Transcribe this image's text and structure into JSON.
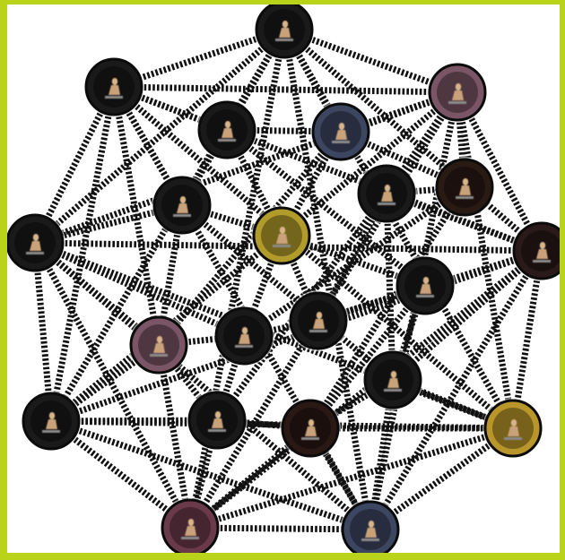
{
  "diagram": {
    "nodes": [
      {
        "id": "n1",
        "color": "#1a1a1a",
        "icon": "figure-icon"
      },
      {
        "id": "n2",
        "color": "#1a1a1a",
        "icon": "figure-icon"
      },
      {
        "id": "n3",
        "color": "#7a5566",
        "icon": "figure-icon"
      },
      {
        "id": "n4",
        "color": "#1a1a1a",
        "icon": "figure-icon"
      },
      {
        "id": "n5",
        "color": "#3d4660",
        "icon": "figure-icon"
      },
      {
        "id": "n6",
        "color": "#1a1a1a",
        "icon": "figure-icon"
      },
      {
        "id": "n7",
        "color": "#2a1a14",
        "icon": "figure-icon"
      },
      {
        "id": "n8",
        "color": "#1a1a1a",
        "icon": "figure-icon"
      },
      {
        "id": "n9",
        "color": "#b19b2a",
        "icon": "figure-icon"
      },
      {
        "id": "n10",
        "color": "#2a1a1a",
        "icon": "figure-icon"
      },
      {
        "id": "n11",
        "color": "#1a1a1a",
        "icon": "figure-icon"
      },
      {
        "id": "n12",
        "color": "#1a1a1a",
        "icon": "figure-icon"
      },
      {
        "id": "n13",
        "color": "#7a5566",
        "icon": "figure-icon"
      },
      {
        "id": "n14",
        "color": "#1a1a1a",
        "icon": "figure-icon"
      },
      {
        "id": "n15",
        "color": "#1a1a1a",
        "icon": "figure-icon"
      },
      {
        "id": "n16",
        "color": "#1a1a1a",
        "icon": "figure-icon"
      },
      {
        "id": "n17",
        "color": "#1a1a1a",
        "icon": "figure-icon"
      },
      {
        "id": "n18",
        "color": "#1a1a1a",
        "icon": "figure-icon"
      },
      {
        "id": "n19",
        "color": "#2a1814",
        "icon": "figure-icon"
      },
      {
        "id": "n20",
        "color": "#b8962a",
        "icon": "figure-icon"
      },
      {
        "id": "n21",
        "color": "#6a3a4a",
        "icon": "figure-icon"
      },
      {
        "id": "n22",
        "color": "#3d4660",
        "icon": "figure-icon"
      }
    ],
    "edges": [
      [
        "n1",
        "n2"
      ],
      [
        "n1",
        "n3"
      ],
      [
        "n2",
        "n6"
      ],
      [
        "n3",
        "n10"
      ],
      [
        "n6",
        "n16"
      ],
      [
        "n10",
        "n20"
      ],
      [
        "n16",
        "n21"
      ],
      [
        "n20",
        "n22"
      ],
      [
        "n21",
        "n22"
      ],
      [
        "n1",
        "n6"
      ],
      [
        "n1",
        "n10"
      ],
      [
        "n1",
        "n16"
      ],
      [
        "n1",
        "n20"
      ],
      [
        "n1",
        "n21"
      ],
      [
        "n1",
        "n22"
      ],
      [
        "n2",
        "n3"
      ],
      [
        "n2",
        "n10"
      ],
      [
        "n2",
        "n16"
      ],
      [
        "n2",
        "n20"
      ],
      [
        "n2",
        "n21"
      ],
      [
        "n2",
        "n22"
      ],
      [
        "n3",
        "n6"
      ],
      [
        "n3",
        "n16"
      ],
      [
        "n3",
        "n20"
      ],
      [
        "n3",
        "n21"
      ],
      [
        "n3",
        "n22"
      ],
      [
        "n6",
        "n10"
      ],
      [
        "n6",
        "n20"
      ],
      [
        "n6",
        "n21"
      ],
      [
        "n6",
        "n22"
      ],
      [
        "n10",
        "n16"
      ],
      [
        "n10",
        "n21"
      ],
      [
        "n10",
        "n22"
      ],
      [
        "n16",
        "n20"
      ],
      [
        "n16",
        "n22"
      ],
      [
        "n20",
        "n21"
      ],
      [
        "n4",
        "n5"
      ],
      [
        "n4",
        "n8"
      ],
      [
        "n4",
        "n9"
      ],
      [
        "n5",
        "n7"
      ],
      [
        "n5",
        "n9"
      ],
      [
        "n7",
        "n11"
      ],
      [
        "n8",
        "n9"
      ],
      [
        "n8",
        "n13"
      ],
      [
        "n9",
        "n12"
      ],
      [
        "n9",
        "n14"
      ],
      [
        "n9",
        "n15"
      ],
      [
        "n11",
        "n12"
      ],
      [
        "n11",
        "n17"
      ],
      [
        "n12",
        "n14"
      ],
      [
        "n12",
        "n15"
      ],
      [
        "n13",
        "n14"
      ],
      [
        "n13",
        "n18"
      ],
      [
        "n14",
        "n18"
      ],
      [
        "n15",
        "n17"
      ],
      [
        "n15",
        "n19"
      ],
      [
        "n17",
        "n19"
      ],
      [
        "n18",
        "n19"
      ],
      [
        "n4",
        "n15"
      ],
      [
        "n7",
        "n14"
      ],
      [
        "n8",
        "n17"
      ],
      [
        "n5",
        "n13"
      ],
      [
        "n11",
        "n18"
      ],
      [
        "n7",
        "n19"
      ],
      [
        "n2",
        "n4"
      ],
      [
        "n2",
        "n8"
      ],
      [
        "n1",
        "n4"
      ],
      [
        "n1",
        "n5"
      ],
      [
        "n3",
        "n5"
      ],
      [
        "n3",
        "n7"
      ],
      [
        "n3",
        "n11"
      ],
      [
        "n6",
        "n8"
      ],
      [
        "n6",
        "n13"
      ],
      [
        "n10",
        "n11"
      ],
      [
        "n10",
        "n17"
      ],
      [
        "n16",
        "n13"
      ],
      [
        "n16",
        "n18"
      ],
      [
        "n21",
        "n18"
      ],
      [
        "n21",
        "n19"
      ],
      [
        "n22",
        "n19"
      ],
      [
        "n22",
        "n17"
      ],
      [
        "n20",
        "n17"
      ],
      [
        "n20",
        "n19"
      ],
      [
        "n6",
        "n14"
      ],
      [
        "n10",
        "n12"
      ]
    ]
  }
}
